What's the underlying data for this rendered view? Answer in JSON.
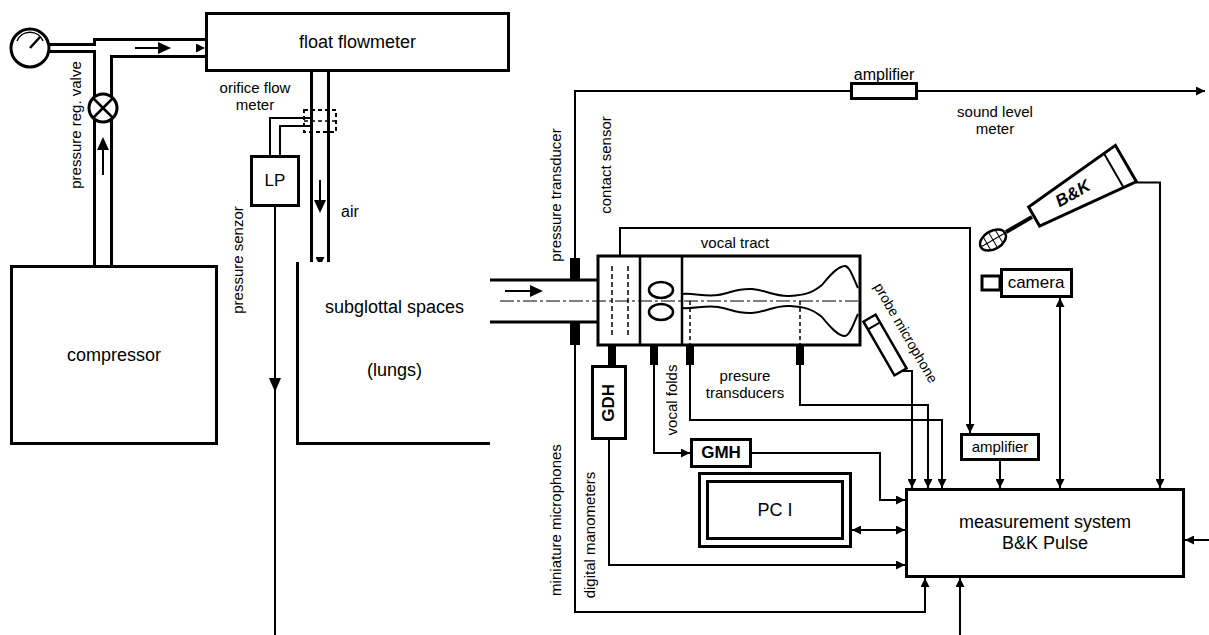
{
  "diagram": {
    "nodes": [
      {
        "text": [
          "compressor"
        ]
      },
      {
        "text": [
          "float flowmeter"
        ]
      },
      {
        "text": [
          "LP"
        ]
      },
      {
        "text": [
          "subglottal spaces",
          "(lungs)"
        ]
      },
      {
        "text": [
          "amplifier"
        ]
      },
      {
        "text": [
          "B&K"
        ]
      },
      {
        "text": [
          "camera"
        ]
      },
      {
        "text": [
          "GDH"
        ]
      },
      {
        "text": [
          "GMH"
        ]
      },
      {
        "text": [
          "amplifier"
        ]
      },
      {
        "text": [
          "PC I"
        ]
      },
      {
        "text": [
          "measurement system B&K Pulse"
        ]
      }
    ],
    "edges": [
      {
        "from": 0,
        "to": 1,
        "arrow": "to"
      },
      {
        "from": 1,
        "to": 3,
        "label": "air",
        "arrow": "to"
      },
      {
        "from": 5,
        "to": 11,
        "arrow": "to"
      },
      {
        "from": 6,
        "to": 11,
        "arrow": "both"
      },
      {
        "from": 9,
        "to": 11,
        "arrow": "to"
      },
      {
        "from": 7,
        "to": 11,
        "arrow": "to"
      },
      {
        "from": 8,
        "to": 11,
        "arrow": "to"
      },
      {
        "from": 10,
        "to": 11,
        "arrow": "both"
      }
    ],
    "labels": [
      "pressure reg. valve",
      "orifice flow meter",
      "pressure senzor",
      "pressure transducer",
      "contact sensor",
      "vocal tract",
      "sound level meter",
      "probe microphone",
      "vocal folds",
      "presure transducers",
      "miniature microphones",
      "digital manometers"
    ]
  }
}
